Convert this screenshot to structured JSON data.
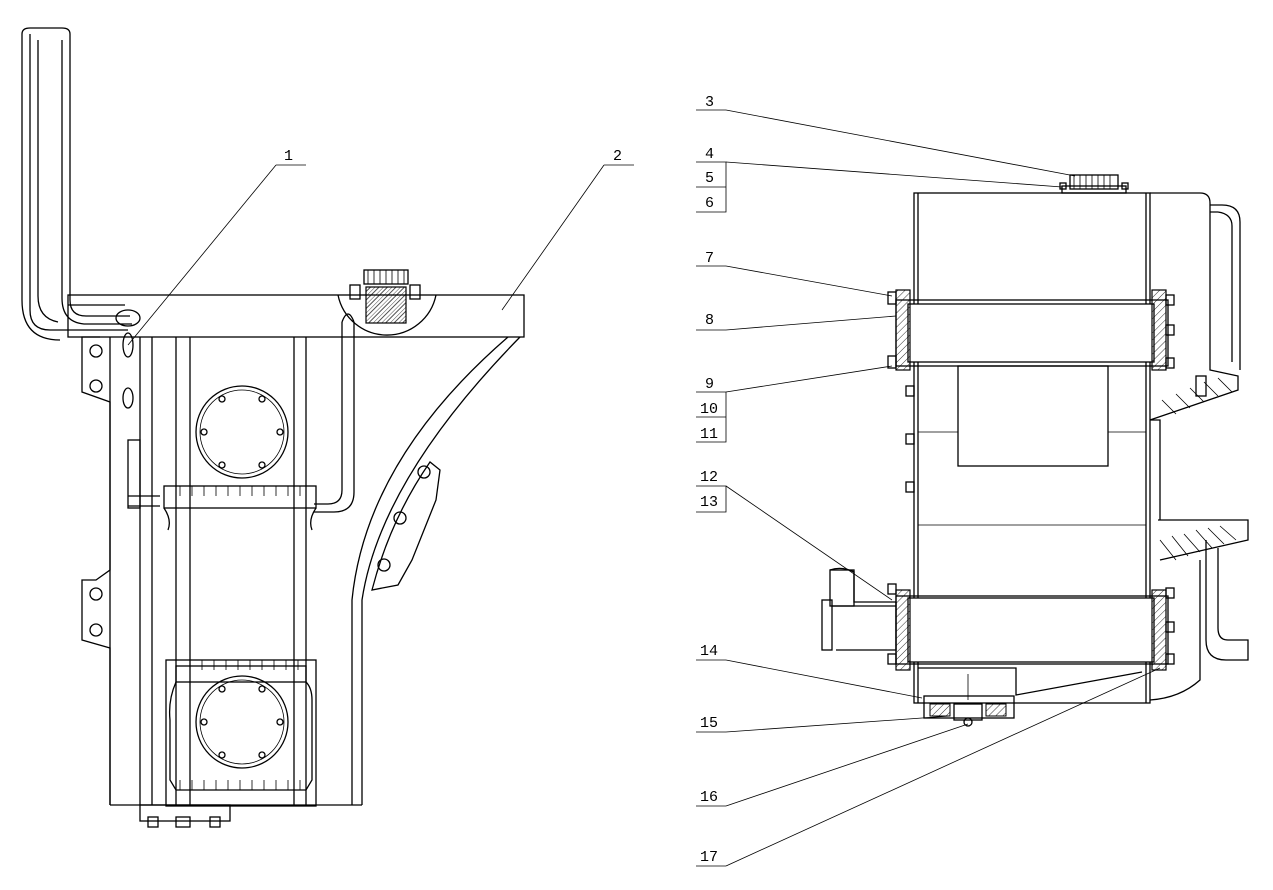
{
  "callouts": {
    "left": [
      "1",
      "2"
    ],
    "right": [
      "3",
      "4",
      "5",
      "6",
      "7",
      "8",
      "9",
      "10",
      "11",
      "12",
      "13",
      "14",
      "15",
      "16",
      "17"
    ]
  }
}
